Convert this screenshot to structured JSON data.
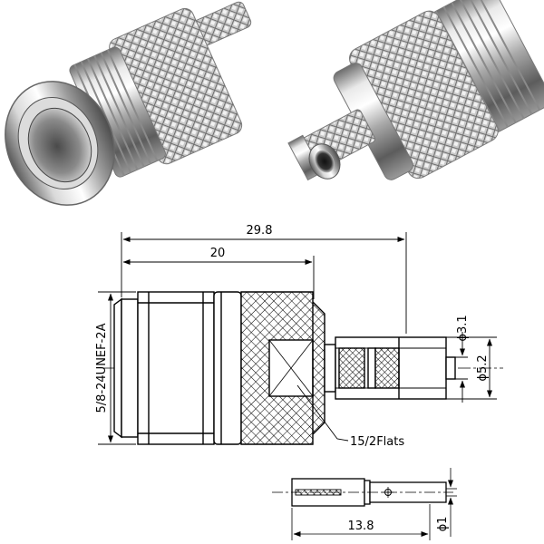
{
  "photos": {
    "left_caption": "",
    "right_caption": ""
  },
  "drawing": {
    "overall_length": "29.8",
    "body_length": "20",
    "thread_spec": "5/8-24UNEF-2A",
    "pin_diameter": "ϕ3.1",
    "ferrule_diameter": "ϕ5.2",
    "flats_note": "15/2Flats",
    "pin_length": "13.8",
    "pin_tip_diameter": "ϕ1"
  }
}
